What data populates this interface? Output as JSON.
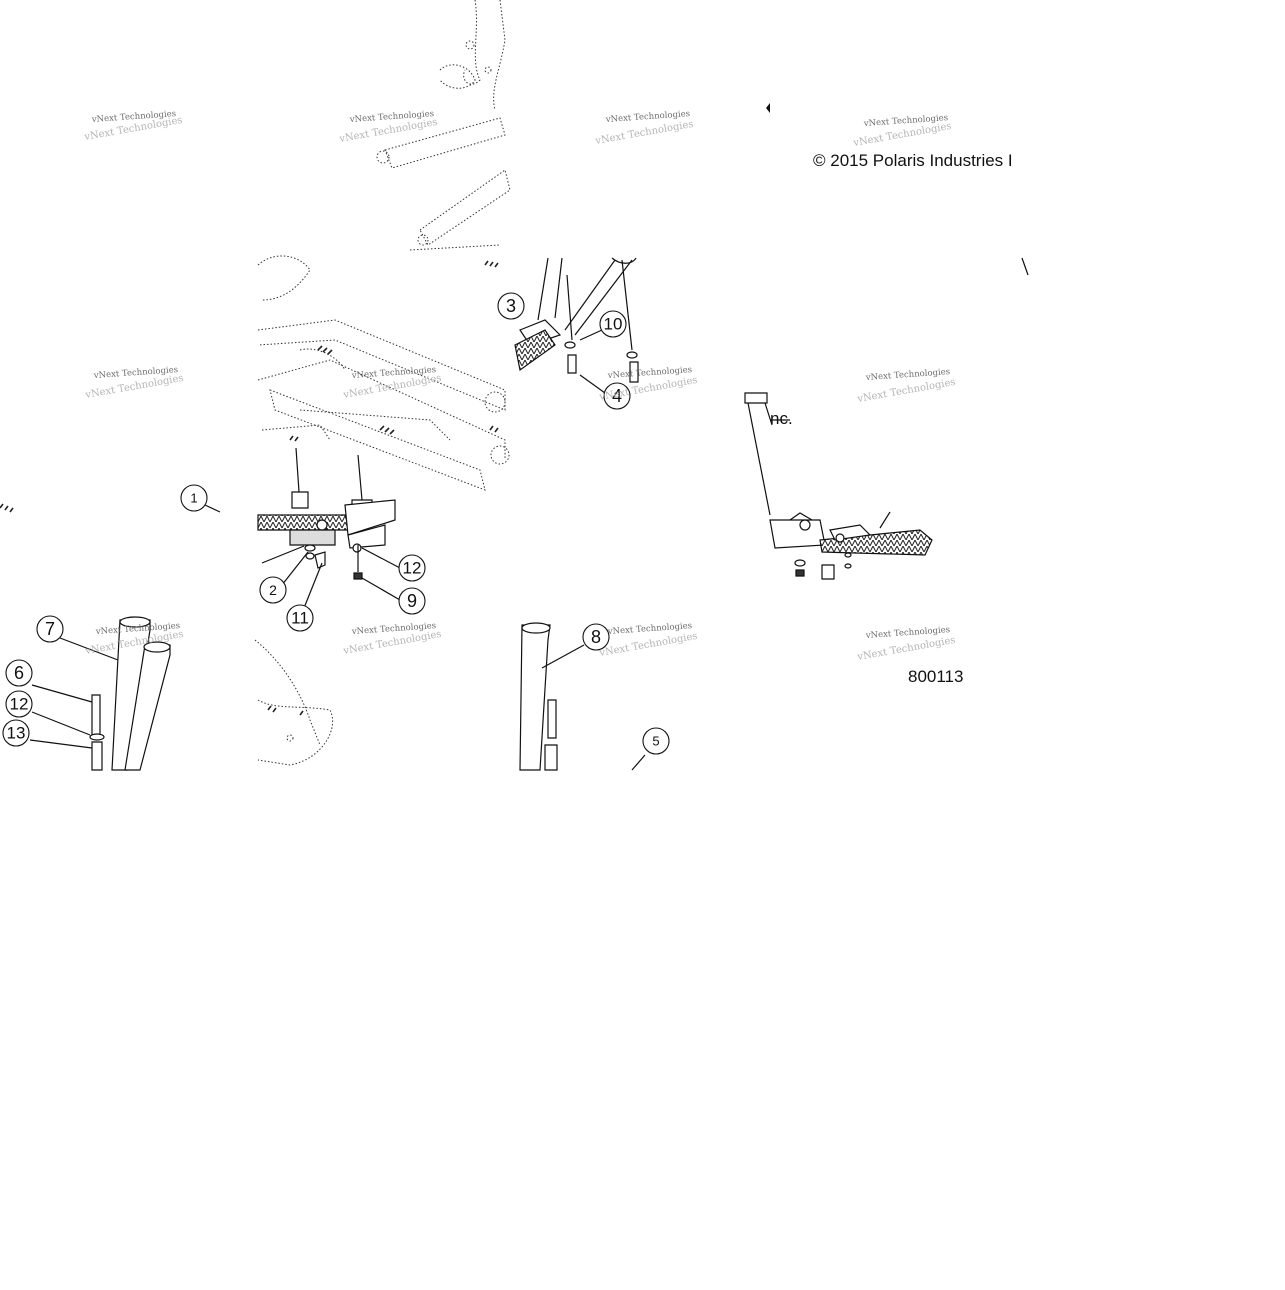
{
  "copyright": "© 2015 Polaris Industries Inc.",
  "copyright_visible": "© 2015 Polaris Industries I",
  "copyright_tail": "nc.",
  "drawing_number": "800113",
  "watermark": "vNext Technologies",
  "callouts": [
    "1",
    "2",
    "3",
    "4",
    "5",
    "6",
    "7",
    "8",
    "9",
    "10",
    "11",
    "12",
    "12",
    "13"
  ],
  "line_color": "#222222"
}
